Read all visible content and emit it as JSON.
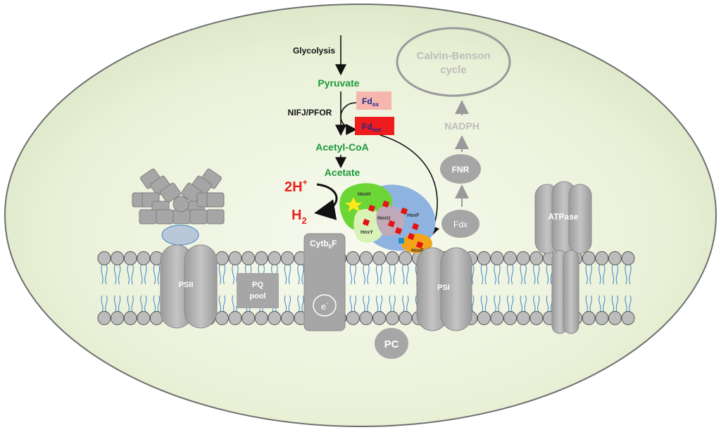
{
  "metabolites": {
    "glycolysis": "Glycolysis",
    "pyruvate": "Pyruvate",
    "nifj_pfor": "NIFJ/PFOR",
    "acetyl_coa": "Acetyl-CoA",
    "acetate": "Acetate",
    "fd_ox_main": "Fd",
    "fd_ox_sub": "ox",
    "fd_red_main": "Fd",
    "fd_red_sub": "red",
    "two_h_main": "2H",
    "two_h_sup": "+",
    "h2_main": "H",
    "h2_sub": "2"
  },
  "hydrogenase": {
    "hoxh": "HoxH",
    "hoxu": "HoxU",
    "hoxy": "HoxY",
    "hoxf": "HoxF",
    "hoxe": "HoxE"
  },
  "photosynthesis": {
    "calvin_line1": "Calvin-Benson",
    "calvin_line2": "cycle",
    "nadph": "NADPH",
    "fnr": "FNR",
    "fdx": "Fdx",
    "atpase": "ATPase",
    "psii": "PSII",
    "pq_line1": "PQ",
    "pq_line2": "pool",
    "cytb_main": "Cytb",
    "cytb_sub": "6",
    "cytb_end": "F",
    "electron_main": "e",
    "electron_sup": "-",
    "psi": "PSI",
    "pc": "PC"
  },
  "colors": {
    "metabolite_green": "#1a9a3a",
    "hydrogen_red": "#e8231f",
    "fd_ox_fill": "#f6b6ad",
    "fd_red_fill": "#ee1c1c",
    "fd_text": "#1a2a8c",
    "protein_gray": "#a6a6a6",
    "faded_text": "#bdbdbd",
    "cell_fill": "#edf3df"
  }
}
